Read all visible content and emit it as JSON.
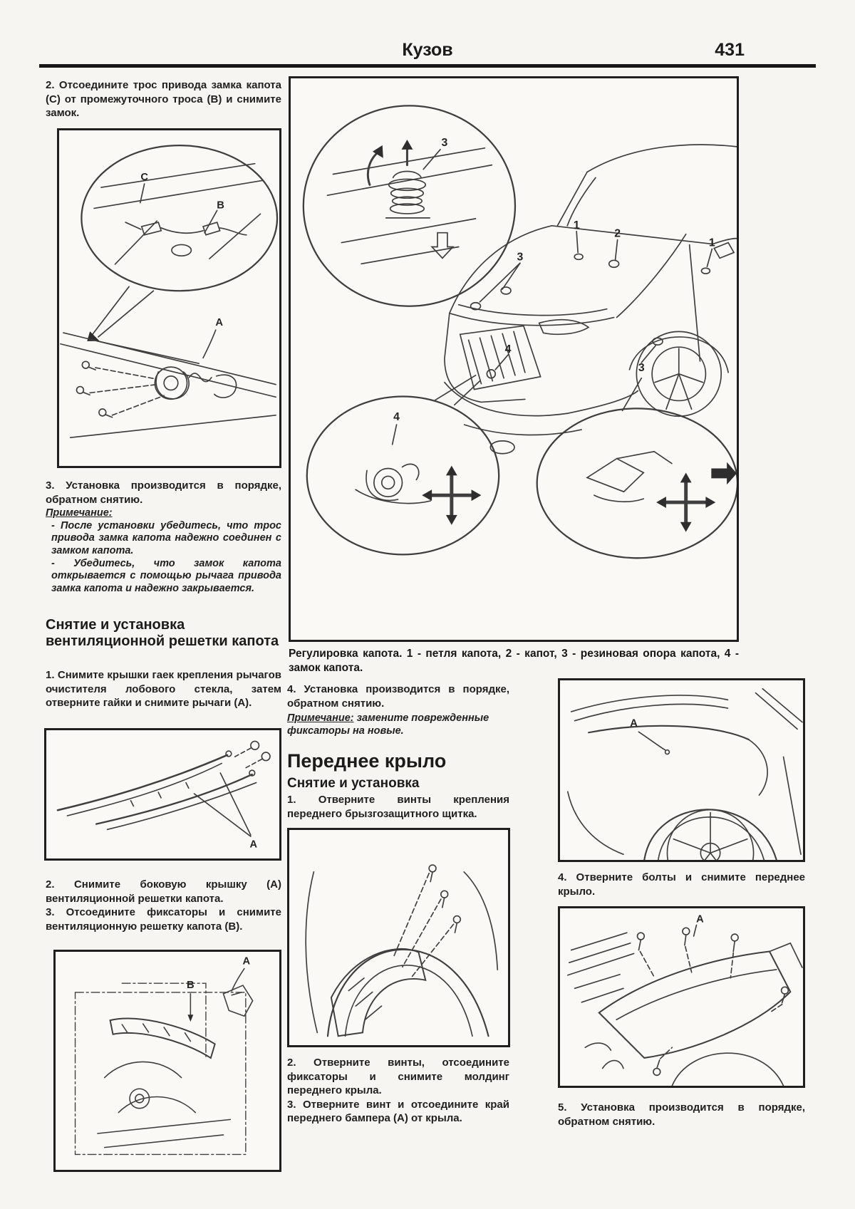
{
  "header": {
    "title": "Кузов",
    "page_number": "431"
  },
  "left": {
    "step_disconnect": "2. Отсоедините трос привода замка капота (С) от промежуточного троса (В) и снимите замок.",
    "fig_lock": {
      "labels": {
        "a": "A",
        "b": "B",
        "c": "C"
      }
    },
    "step_install": "3. Установка производится в порядке, обратном снятию.",
    "note_title": "Примечание:",
    "note_items": [
      "- После установки убедитесь, что трос привода замка капота надежно соединен с замком капота.",
      "- Убедитесь, что замок капота открывается с помощью рычага привода замка капота и надежно закрывается."
    ],
    "section_title": "Снятие и установка вентиляционной решетки капота",
    "step_wipers": "1. Снимите крышки гаек крепления рычагов очистителя лобового стекла, затем отверните гайки и снимите рычаги (А).",
    "fig_wipers": {
      "labels": {
        "a": "A"
      }
    },
    "step_side_cover": "2. Снимите боковую крышку (А) вентиляционной решетки капота.",
    "step_vent_grille": "3. Отсоедините фиксаторы и снимите вентиляционную решетку капота (В).",
    "fig_cowl": {
      "labels": {
        "a": "A",
        "b": "B"
      }
    }
  },
  "center": {
    "fig_adjust": {
      "labels": {
        "bubble_stop": "3",
        "hinge_left": "1",
        "hood": "2",
        "hinge_right": "1",
        "stops_left": "3",
        "lock_on_car": "4",
        "stop_right": "3",
        "lock_bubble": "4"
      }
    },
    "caption": "Регулировка капота. 1 - петля капота, 2 - капот, 3 - резиновая опора капота, 4 - замок капота.",
    "step_install": "4. Установка производится в порядке, обратном снятию.",
    "note_title": "Примечание:",
    "note_text": "замените поврежденные фиксаторы на новые.",
    "heading": "Переднее крыло",
    "subheading": "Снятие и установка",
    "step_splash": "1. Отверните винты крепления переднего брызгозащитного щитка.",
    "step_molding": "2. Отверните винты, отсоедините фиксаторы и снимите молдинг переднего крыла.",
    "step_bumper": "3. Отверните винт и отсоедините край переднего бампера (А) от крыла."
  },
  "right": {
    "fig_fender": {
      "labels": {
        "a": "A"
      }
    },
    "step_remove": "4. Отверните болты и снимите переднее крыло.",
    "fig_bolts": {
      "labels": {
        "a": "A"
      }
    },
    "step_install": "5. Установка производится в порядке, обратном снятию."
  }
}
